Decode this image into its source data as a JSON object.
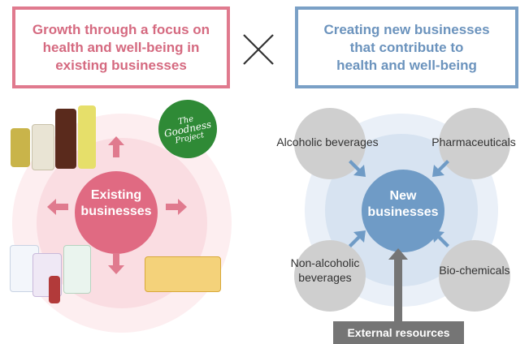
{
  "left_header": {
    "lines": [
      "Growth through a focus on",
      "health and well-being in",
      "existing businesses"
    ],
    "color": "#d56a80"
  },
  "right_header": {
    "lines": [
      "Creating new businesses",
      "that contribute to",
      "health and well-being"
    ],
    "color": "#6b93bd"
  },
  "cross_symbol": "×",
  "left_diagram": {
    "center_lines": [
      "Existing",
      "businesses"
    ],
    "center_color": "#e06a82",
    "goodness_logo_lines": [
      "The",
      "Goodness",
      "Project"
    ]
  },
  "right_diagram": {
    "center_lines": [
      "New",
      "businesses"
    ],
    "center_color": "#6f9bc6",
    "nodes": {
      "alcoholic": "Alcoholic beverages",
      "pharmaceuticals": "Pharmaceuticals",
      "non_alcoholic_lines": [
        "Non-alcoholic",
        "beverages"
      ],
      "biochemicals": "Bio-chemicals"
    },
    "external": "External resources"
  }
}
